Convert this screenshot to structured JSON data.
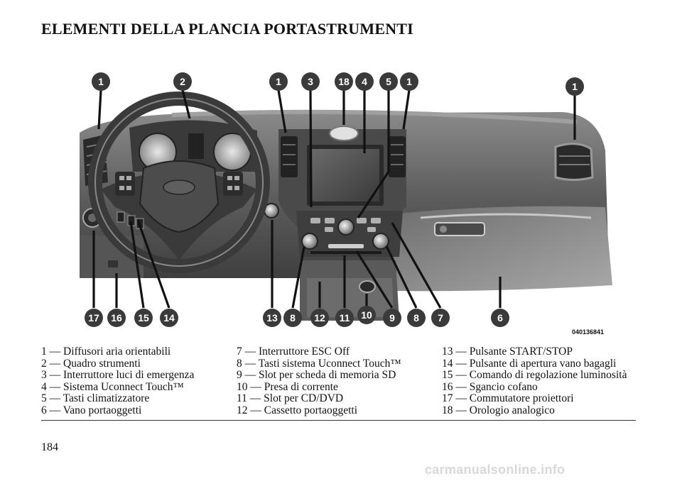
{
  "page": {
    "title": "ELEMENTI DELLA PLANCIA PORTASTRUMENTI",
    "figure_code": "040136841",
    "page_number": "184",
    "watermark": "carmanualsonline.info"
  },
  "callouts": [
    "1",
    "2",
    "1",
    "3",
    "18",
    "4",
    "5",
    "1",
    "1",
    "17",
    "16",
    "15",
    "14",
    "13",
    "8",
    "12",
    "11",
    "10",
    "9",
    "8",
    "7",
    "6"
  ],
  "legend": {
    "col1": [
      "1 — Diffusori aria orientabili",
      "2 — Quadro strumenti",
      "3 — Interruttore luci di emergenza",
      "4 — Sistema Uconnect Touch™",
      "5 — Tasti climatizzatore",
      "6 — Vano portaoggetti"
    ],
    "col2": [
      "7 — Interruttore ESC Off",
      "8 — Tasti sistema Uconnect Touch™",
      "9 — Slot per scheda di memoria SD",
      "10 — Presa di corrente",
      "11 — Slot per CD/DVD",
      "12 — Cassetto portaoggetti"
    ],
    "col3": [
      "13 — Pulsante START/STOP",
      "14 — Pulsante di apertura vano bagagli",
      "15 — Comando di regolazione luminosità",
      "16 — Sgancio cofano",
      "17 — Commutatore proiettori",
      "18 — Orologio analogico"
    ]
  },
  "colors": {
    "callout": "#3a3a3a",
    "dashboard": "#5a5a5a"
  }
}
